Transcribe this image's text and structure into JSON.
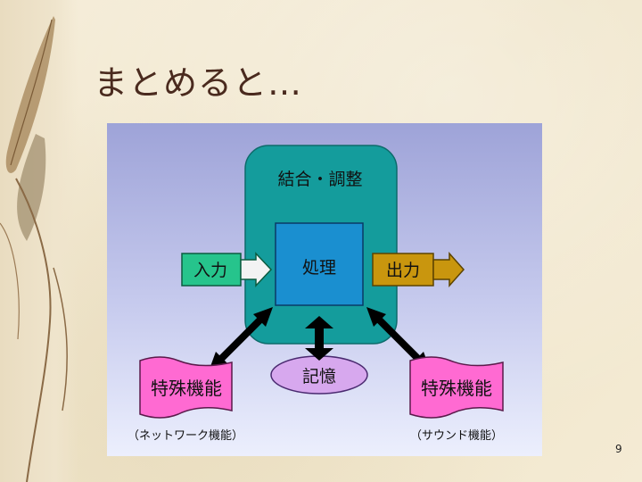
{
  "slide": {
    "title": "まとめると…",
    "page_number": "9"
  },
  "diagram": {
    "container_label": "結合・調整",
    "process_label": "処理",
    "input_label": "入力",
    "output_label": "出力",
    "memory_label": "記憶",
    "special_left_label": "特殊機能",
    "special_right_label": "特殊機能",
    "special_left_caption": "（ネットワーク機能）",
    "special_right_caption": "（サウンド機能）"
  },
  "colors": {
    "container": "#149c9c",
    "process": "#1a8fd0",
    "input": "#26c48c",
    "output": "#c9960e",
    "memory": "#d7a8ee",
    "special": "#ff6ad2",
    "title": "#4a2a1e"
  }
}
